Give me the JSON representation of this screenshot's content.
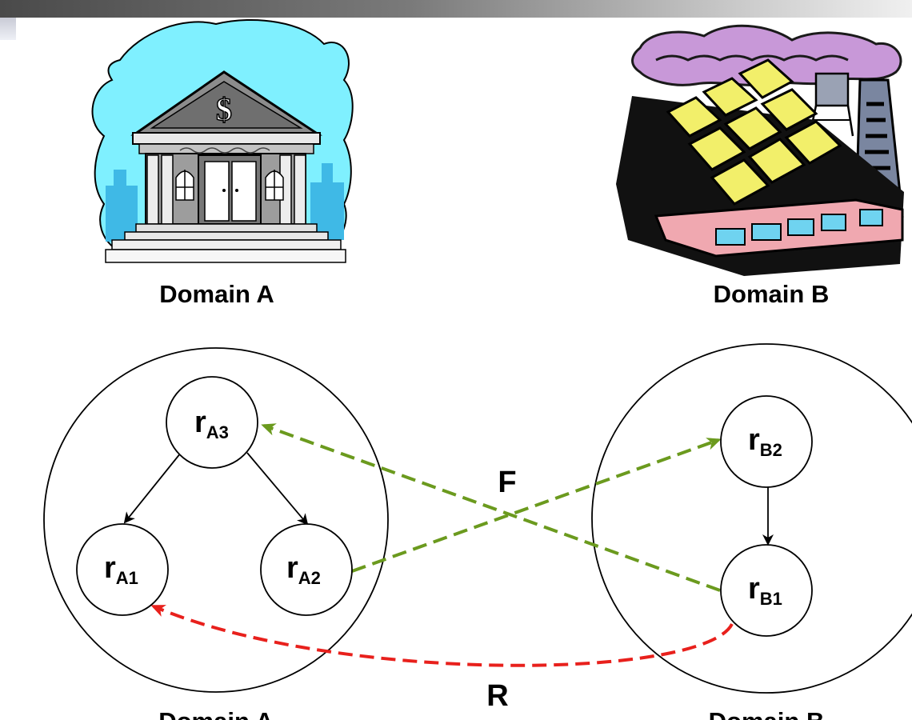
{
  "top_labels": {
    "domain_a": "Domain A",
    "domain_b": "Domain B"
  },
  "bottom_labels": {
    "domain_a": "Domain A",
    "domain_b": "Domain B"
  },
  "nodes": {
    "rA3": {
      "main": "r",
      "sub": "A3"
    },
    "rA1": {
      "main": "r",
      "sub": "A1"
    },
    "rA2": {
      "main": "r",
      "sub": "A2"
    },
    "rB2": {
      "main": "r",
      "sub": "B2"
    },
    "rB1": {
      "main": "r",
      "sub": "B1"
    }
  },
  "edge_labels": {
    "forward": "F",
    "reverse": "R"
  },
  "illustrations": {
    "left": "bank-building-icon",
    "right": "factory-icon"
  },
  "colors": {
    "forward_arrow": "#6b9a1e",
    "reverse_arrow": "#e8201c",
    "bank_sky": "#7fefff",
    "factory_panels": "#f2ef6a"
  }
}
